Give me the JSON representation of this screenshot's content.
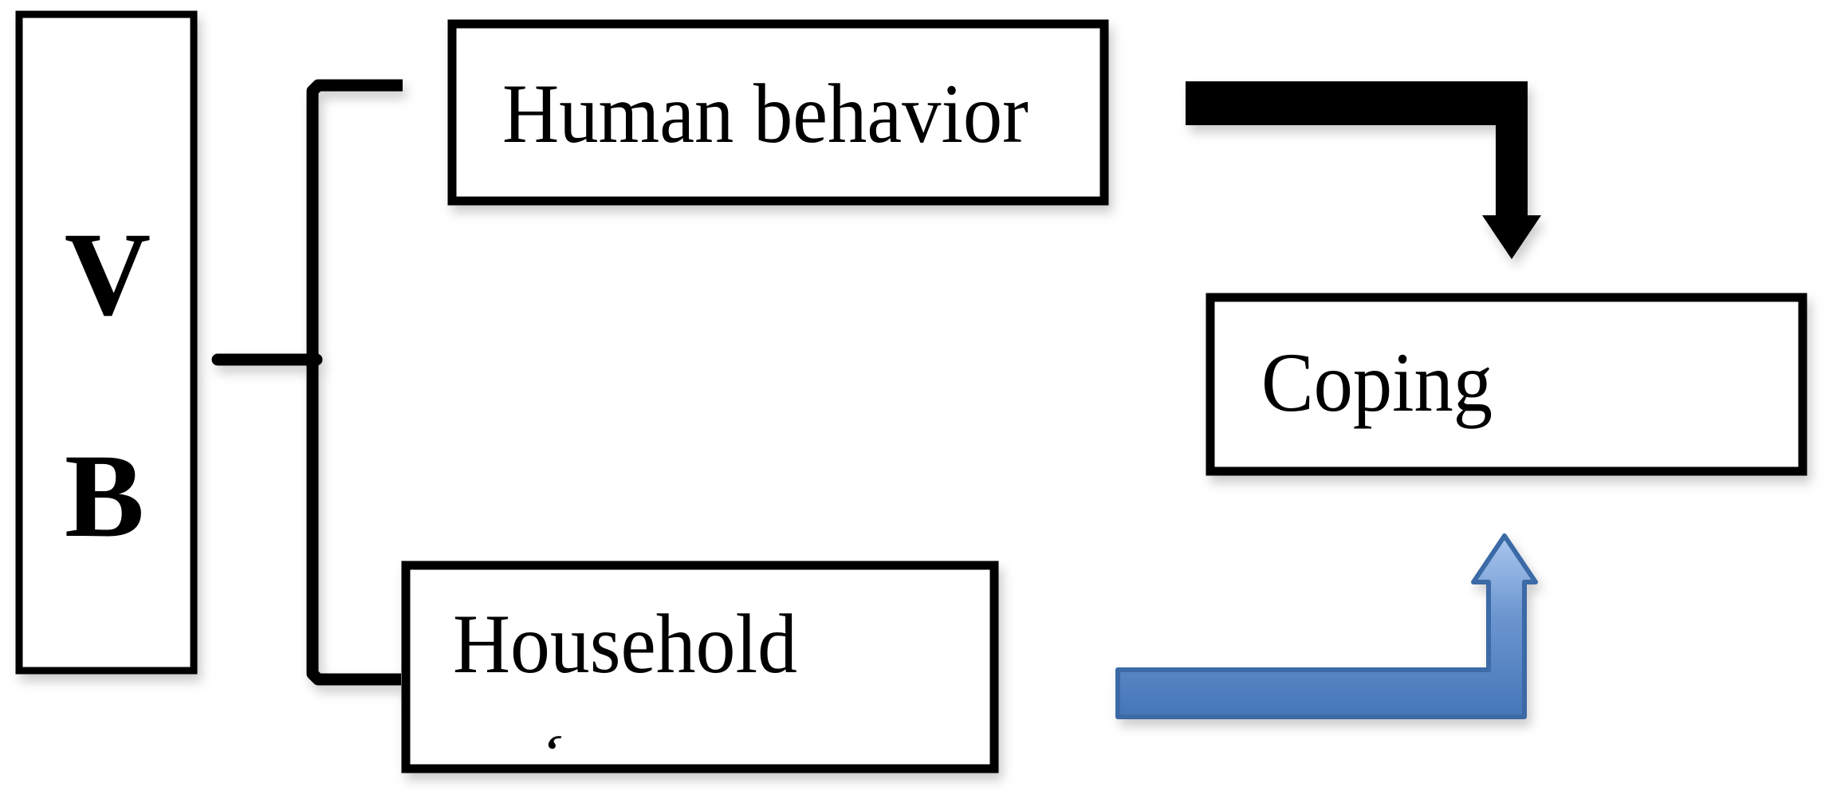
{
  "diagram": {
    "vb_box": {
      "line1": "V",
      "line2": "B"
    },
    "nodes": {
      "human_behavior": "Human behavior",
      "household": "Household",
      "coping": "Coping"
    },
    "stray_mark": ",",
    "colors": {
      "background": "#ffffff",
      "box_fill": "#ffffff",
      "box_border": "#000000",
      "bracket": "#000000",
      "black_arrow": "#000000",
      "blue_fill_light": "#aac7ee",
      "blue_fill_mid": "#6b95cf",
      "blue_fill_dark": "#4576b7",
      "blue_border": "#3a6ba6",
      "text": "#000000"
    }
  }
}
